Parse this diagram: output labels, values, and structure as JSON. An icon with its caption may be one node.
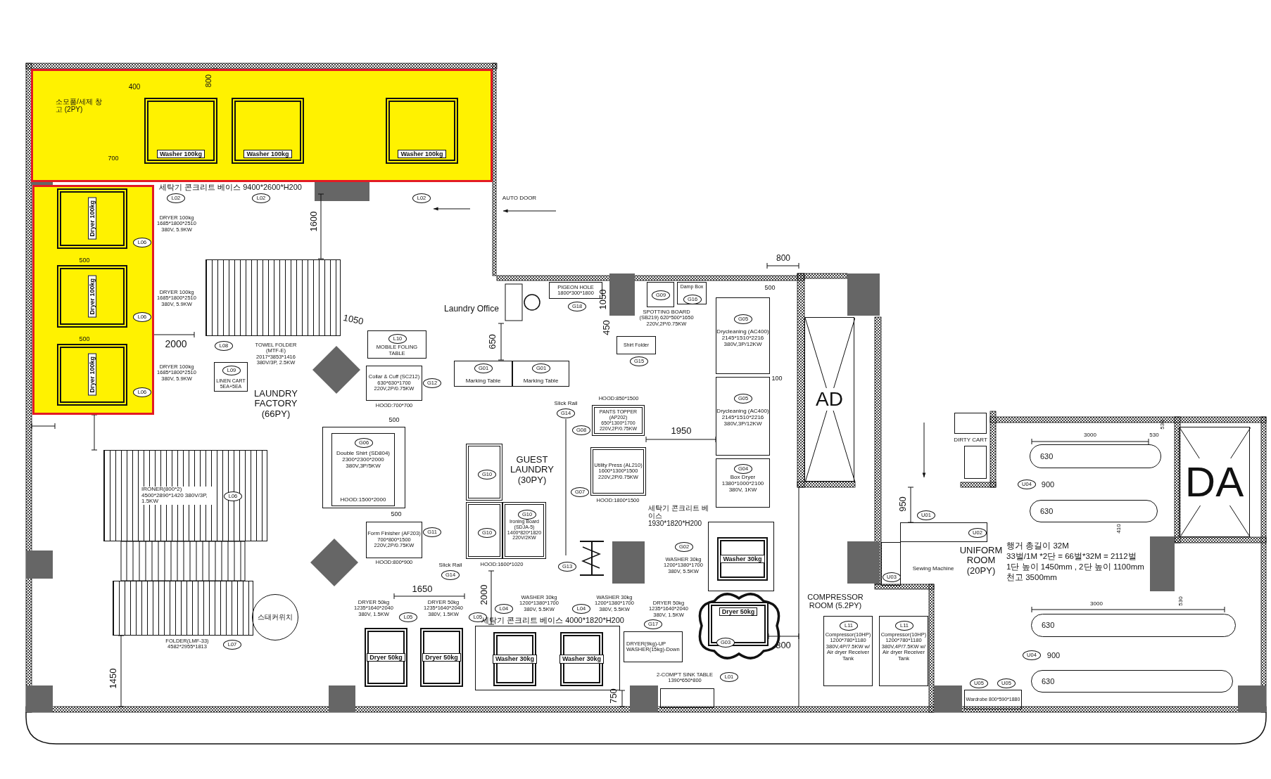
{
  "diagram": {
    "nodes": [
      {
        "text": [
          "소모품/세제 창고 (2PY)"
        ]
      },
      {
        "text": [
          "Washer 100kg"
        ],
        "in": 0
      },
      {
        "text": [
          "Washer 100kg"
        ],
        "in": 0
      },
      {
        "text": [
          "Washer 100kg"
        ],
        "in": 0
      },
      {
        "text": [],
        "shape": "box"
      },
      {
        "text": [
          "Dryer 100kg"
        ],
        "in": 4
      },
      {
        "text": [
          "Dryer 100kg"
        ],
        "in": 4
      },
      {
        "text": [
          "Dryer 100kg"
        ],
        "in": 4
      },
      {
        "text": [
          "L06"
        ],
        "in": 4,
        "beside": [
          "DRYER 100kg 1685*1800*2510 380V, 5.9KW"
        ]
      },
      {
        "text": [
          "L06"
        ],
        "in": 4,
        "beside": [
          "DRYER 100kg 1685*1800*2510 380V, 5.9KW"
        ]
      },
      {
        "text": [
          "L06"
        ],
        "in": 4,
        "beside": [
          "DRYER 100kg 1685*1800*2510 380V, 5.9KW"
        ]
      },
      {
        "text": [
          "L02"
        ]
      },
      {
        "text": [
          "L02"
        ]
      },
      {
        "text": [
          "L02"
        ]
      },
      {
        "text": [],
        "shape": "picture",
        "beside": [
          "TOWEL FOLDER (MTF-E) 2017*3853*1416 380V/3P, 2.5KW"
        ]
      },
      {
        "text": [
          "L08"
        ]
      },
      {
        "text": [
          "LINEN CART 5EA+5EA"
        ]
      },
      {
        "text": [
          "L09"
        ],
        "in": 16
      },
      {
        "text": [
          "MOBILE FOLING TABLE"
        ]
      },
      {
        "text": [
          "L10"
        ],
        "in": 18
      },
      {
        "text": [
          "Collar & Cuff (SC212) 630*630*1700 220V,2P/0.75KW"
        ],
        "beside": [
          "HOOD:700*700"
        ]
      },
      {
        "text": [
          "G12"
        ]
      },
      {
        "text": [],
        "shape": "box"
      },
      {
        "text": [
          "Double Shirt (SD804) 2300*2300*2000 380V,3P/5KW",
          "HOOD:1500*2000"
        ],
        "in": 22
      },
      {
        "text": [
          "G06"
        ],
        "in": 23
      },
      {
        "text": [
          "IRONER(800*2) 4500*2890*1420 380V/3P, 1.5KW"
        ]
      },
      {
        "text": [
          "L06"
        ],
        "in": 25
      },
      {
        "text": [],
        "shape": "picture",
        "beside": [
          "FOLDER(LMF-33) 4582*2955*1813"
        ]
      },
      {
        "text": [
          "L07"
        ]
      },
      {
        "text": [
          "스태커위치"
        ]
      },
      {
        "text": [
          "Form Finisher (AF203) 700*800*1500 220V,2P/0.75KW"
        ],
        "beside": [
          "HOOD:800*900"
        ]
      },
      {
        "text": [
          "G11"
        ]
      },
      {
        "text": [
          "Dryer 50kg"
        ]
      },
      {
        "text": [
          "L05"
        ],
        "beside": [
          "DRYER 50kg 1235*1640*2040 380V, 1.5KW"
        ]
      },
      {
        "text": [
          "Dryer 50kg"
        ]
      },
      {
        "text": [
          "L05"
        ],
        "beside": [
          "DRYER 50kg 1235*1640*2040 380V, 1.5KW"
        ]
      },
      {
        "text": [
          "PIGEON HOLE 1800*300*1800"
        ]
      },
      {
        "text": [
          "G18"
        ]
      },
      {
        "text": [],
        "shape": "box",
        "beside": [
          "SPOTTING BOARD (SB219) 620*500*1650 220V,2P/0.75KW"
        ]
      },
      {
        "text": [
          "G09"
        ],
        "in": 38
      },
      {
        "text": [
          "Damp Box"
        ]
      },
      {
        "text": [
          "G16"
        ],
        "in": 40
      },
      {
        "text": [
          "Shirt Folder"
        ]
      },
      {
        "text": [
          "G15"
        ]
      },
      {
        "text": [
          "Marking Table"
        ]
      },
      {
        "text": [
          "G01"
        ],
        "in": 44
      },
      {
        "text": [
          "Marking Table"
        ]
      },
      {
        "text": [
          "G01"
        ],
        "in": 46
      },
      {
        "text": [
          "Drycleaning (AC400) 2145*1510*2216 380V,3P/12KW"
        ]
      },
      {
        "text": [
          "G05"
        ],
        "in": 48
      },
      {
        "text": [
          "Drycleaning (AC400) 2145*1510*2216 380V,3P/12KW"
        ]
      },
      {
        "text": [
          "G05"
        ],
        "in": 50
      },
      {
        "text": [
          "PANTS TOPPER (AP202) 650*1300*1700 220V,2P/0.75KW"
        ],
        "beside": [
          "HOOD:850*1500"
        ]
      },
      {
        "text": [
          "G08"
        ]
      },
      {
        "text": [
          "Utility Press (AL210) 1600*1300*1500 220V,2P/0.75KW"
        ],
        "beside": [
          "HOOD:1800*1500"
        ]
      },
      {
        "text": [
          "G07"
        ]
      },
      {
        "text": [
          "G14"
        ],
        "beside": [
          "Slick Rail"
        ]
      },
      {
        "text": [
          "Box Dryer 1380*1000*2100 380V, 1KW"
        ]
      },
      {
        "text": [
          "G04"
        ],
        "in": 57
      },
      {
        "text": [],
        "shape": "box"
      },
      {
        "text": [
          "G10"
        ],
        "in": 59
      },
      {
        "text": [],
        "shape": "box"
      },
      {
        "text": [
          "G10"
        ],
        "in": 61
      },
      {
        "text": [
          "Ironing Board (SDJA-5) 1400*820*1820 220V/2KW"
        ],
        "beside": [
          "HOOD:1600*1020"
        ]
      },
      {
        "text": [
          "G10"
        ],
        "in": 63
      },
      {
        "text": [
          "G14"
        ],
        "beside": [
          "Slick Rail"
        ]
      },
      {
        "text": [
          "G13"
        ]
      },
      {
        "text": [
          "세탁기 콘크리트 베이스 4000*1820*H200"
        ]
      },
      {
        "text": [
          "Washer 30kg"
        ],
        "in": 67
      },
      {
        "text": [
          "Washer 30kg"
        ],
        "in": 67
      },
      {
        "text": [
          "L04"
        ],
        "beside": [
          "WASHER 30kg 1200*1380*1700 380V, 5.5KW"
        ]
      },
      {
        "text": [
          "L04"
        ],
        "beside": [
          "WASHER 30kg 1200*1380*1700 380V, 5.5KW"
        ]
      },
      {
        "text": [
          "DRYER(9kg)-UP",
          "WASHER(15kg)-Down"
        ]
      },
      {
        "text": [
          "G17"
        ]
      },
      {
        "text": [
          "세탁기 콘크리트 베이스 1930*1820*H200"
        ]
      },
      {
        "text": [
          "Washer 30kg"
        ],
        "in": 74
      },
      {
        "text": [
          "G02"
        ],
        "beside": [
          "WASHER 30kg 1200*1380*1700 380V, 5.5KW"
        ]
      },
      {
        "text": [],
        "shape": "cloud"
      },
      {
        "text": [
          "Dryer 50kg"
        ],
        "in": 77
      },
      {
        "text": [
          "G03"
        ],
        "in": 78
      },
      {
        "text": [],
        "shape": "box",
        "beside": [
          "2-COMP'T SINK TABLE 1390*650*800"
        ]
      },
      {
        "text": [
          "L01"
        ]
      },
      {
        "text": [
          "AD"
        ]
      },
      {
        "text": [
          "Compressor(10HP) 1200*780*1180 380V,4P/7.5KW w/ Air dryer Receiver Tank"
        ]
      },
      {
        "text": [
          "L11"
        ],
        "in": 83
      },
      {
        "text": [
          "Compressor(10HP) 1200*780*1180 380V,4P/7.5KW w/ Air dryer Receiver Tank"
        ]
      },
      {
        "text": [
          "L11"
        ],
        "in": 85
      },
      {
        "text": [],
        "shape": "box"
      },
      {
        "text": [],
        "shape": "box"
      },
      {
        "text": [
          "U01"
        ]
      },
      {
        "text": [],
        "shape": "box"
      },
      {
        "text": [
          "U02"
        ],
        "in": 90
      },
      {
        "text": [],
        "shape": "box"
      },
      {
        "text": [
          "U03"
        ],
        "in": 92
      },
      {
        "text": [
          "630"
        ]
      },
      {
        "text": [
          "U04"
        ],
        "beside": [
          "900"
        ]
      },
      {
        "text": [
          "630"
        ]
      },
      {
        "text": [
          "630"
        ]
      },
      {
        "text": [
          "U04"
        ],
        "beside": [
          "900"
        ]
      },
      {
        "text": [
          "630"
        ]
      },
      {
        "text": [
          "Wardrobe 800*590*1880"
        ]
      },
      {
        "text": [
          "U05"
        ]
      },
      {
        "text": [
          "U05"
        ]
      },
      {
        "text": [
          "DA"
        ]
      }
    ],
    "labels": [
      "400",
      "800",
      "700",
      "세탁기 콘크리트 베이스 9400*2600*H200",
      "AUTO DOOR",
      "1600",
      "500",
      "500",
      "2000",
      "1050",
      "Laundry Office",
      "1050",
      "450",
      "800",
      "500",
      "650",
      "100",
      "LAUNDRY FACTORY (66PY)",
      "500",
      "1950",
      "GUEST LAUNDRY (30PY)",
      "DIRTY CART",
      "500",
      "950",
      "3000",
      "530",
      "530",
      "410",
      "Sewing Machine",
      "UNIFORM ROOM (20PY)",
      "행거 총길이 32M",
      "33벌/1M *2단 = 66벌*32M = 2112벌",
      "1단 높이 1450mm , 2단 높이 1100mm",
      "천고 3500mm",
      "1650",
      "2000",
      "COMPRESSOR ROOM (5.2PY)",
      "800",
      "3000",
      "530",
      "1450",
      "750",
      "DRYER 50kg 1235*1640*2040 380V, 1.5KW"
    ]
  }
}
